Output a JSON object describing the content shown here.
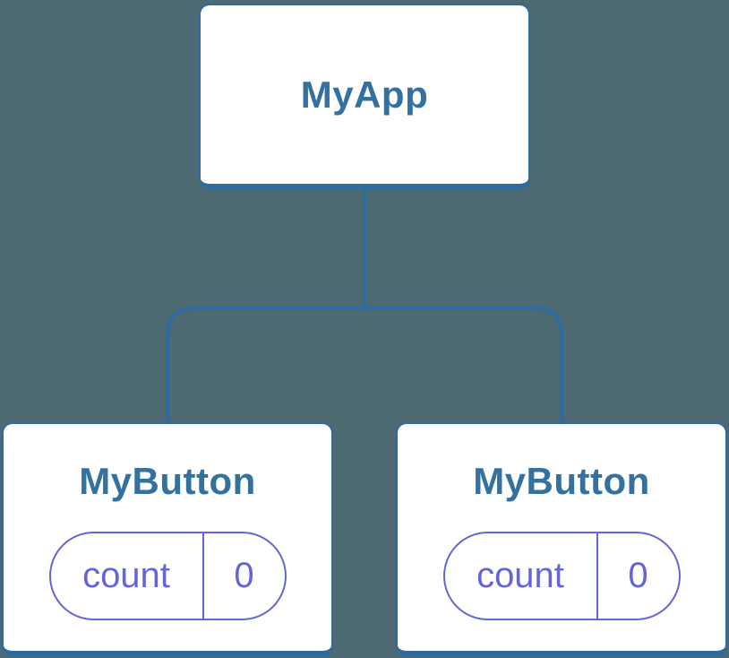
{
  "theme": {
    "bg": "#4d6972",
    "line": "#2d6ba1",
    "node_fill": "#ffffff",
    "title": "#33719f",
    "state": "#6565d9"
  },
  "diagram": {
    "type": "component-tree",
    "root": {
      "label": "MyApp"
    },
    "children": [
      {
        "label": "MyButton",
        "state": {
          "name": "count",
          "value": "0"
        }
      },
      {
        "label": "MyButton",
        "state": {
          "name": "count",
          "value": "0"
        }
      }
    ]
  }
}
